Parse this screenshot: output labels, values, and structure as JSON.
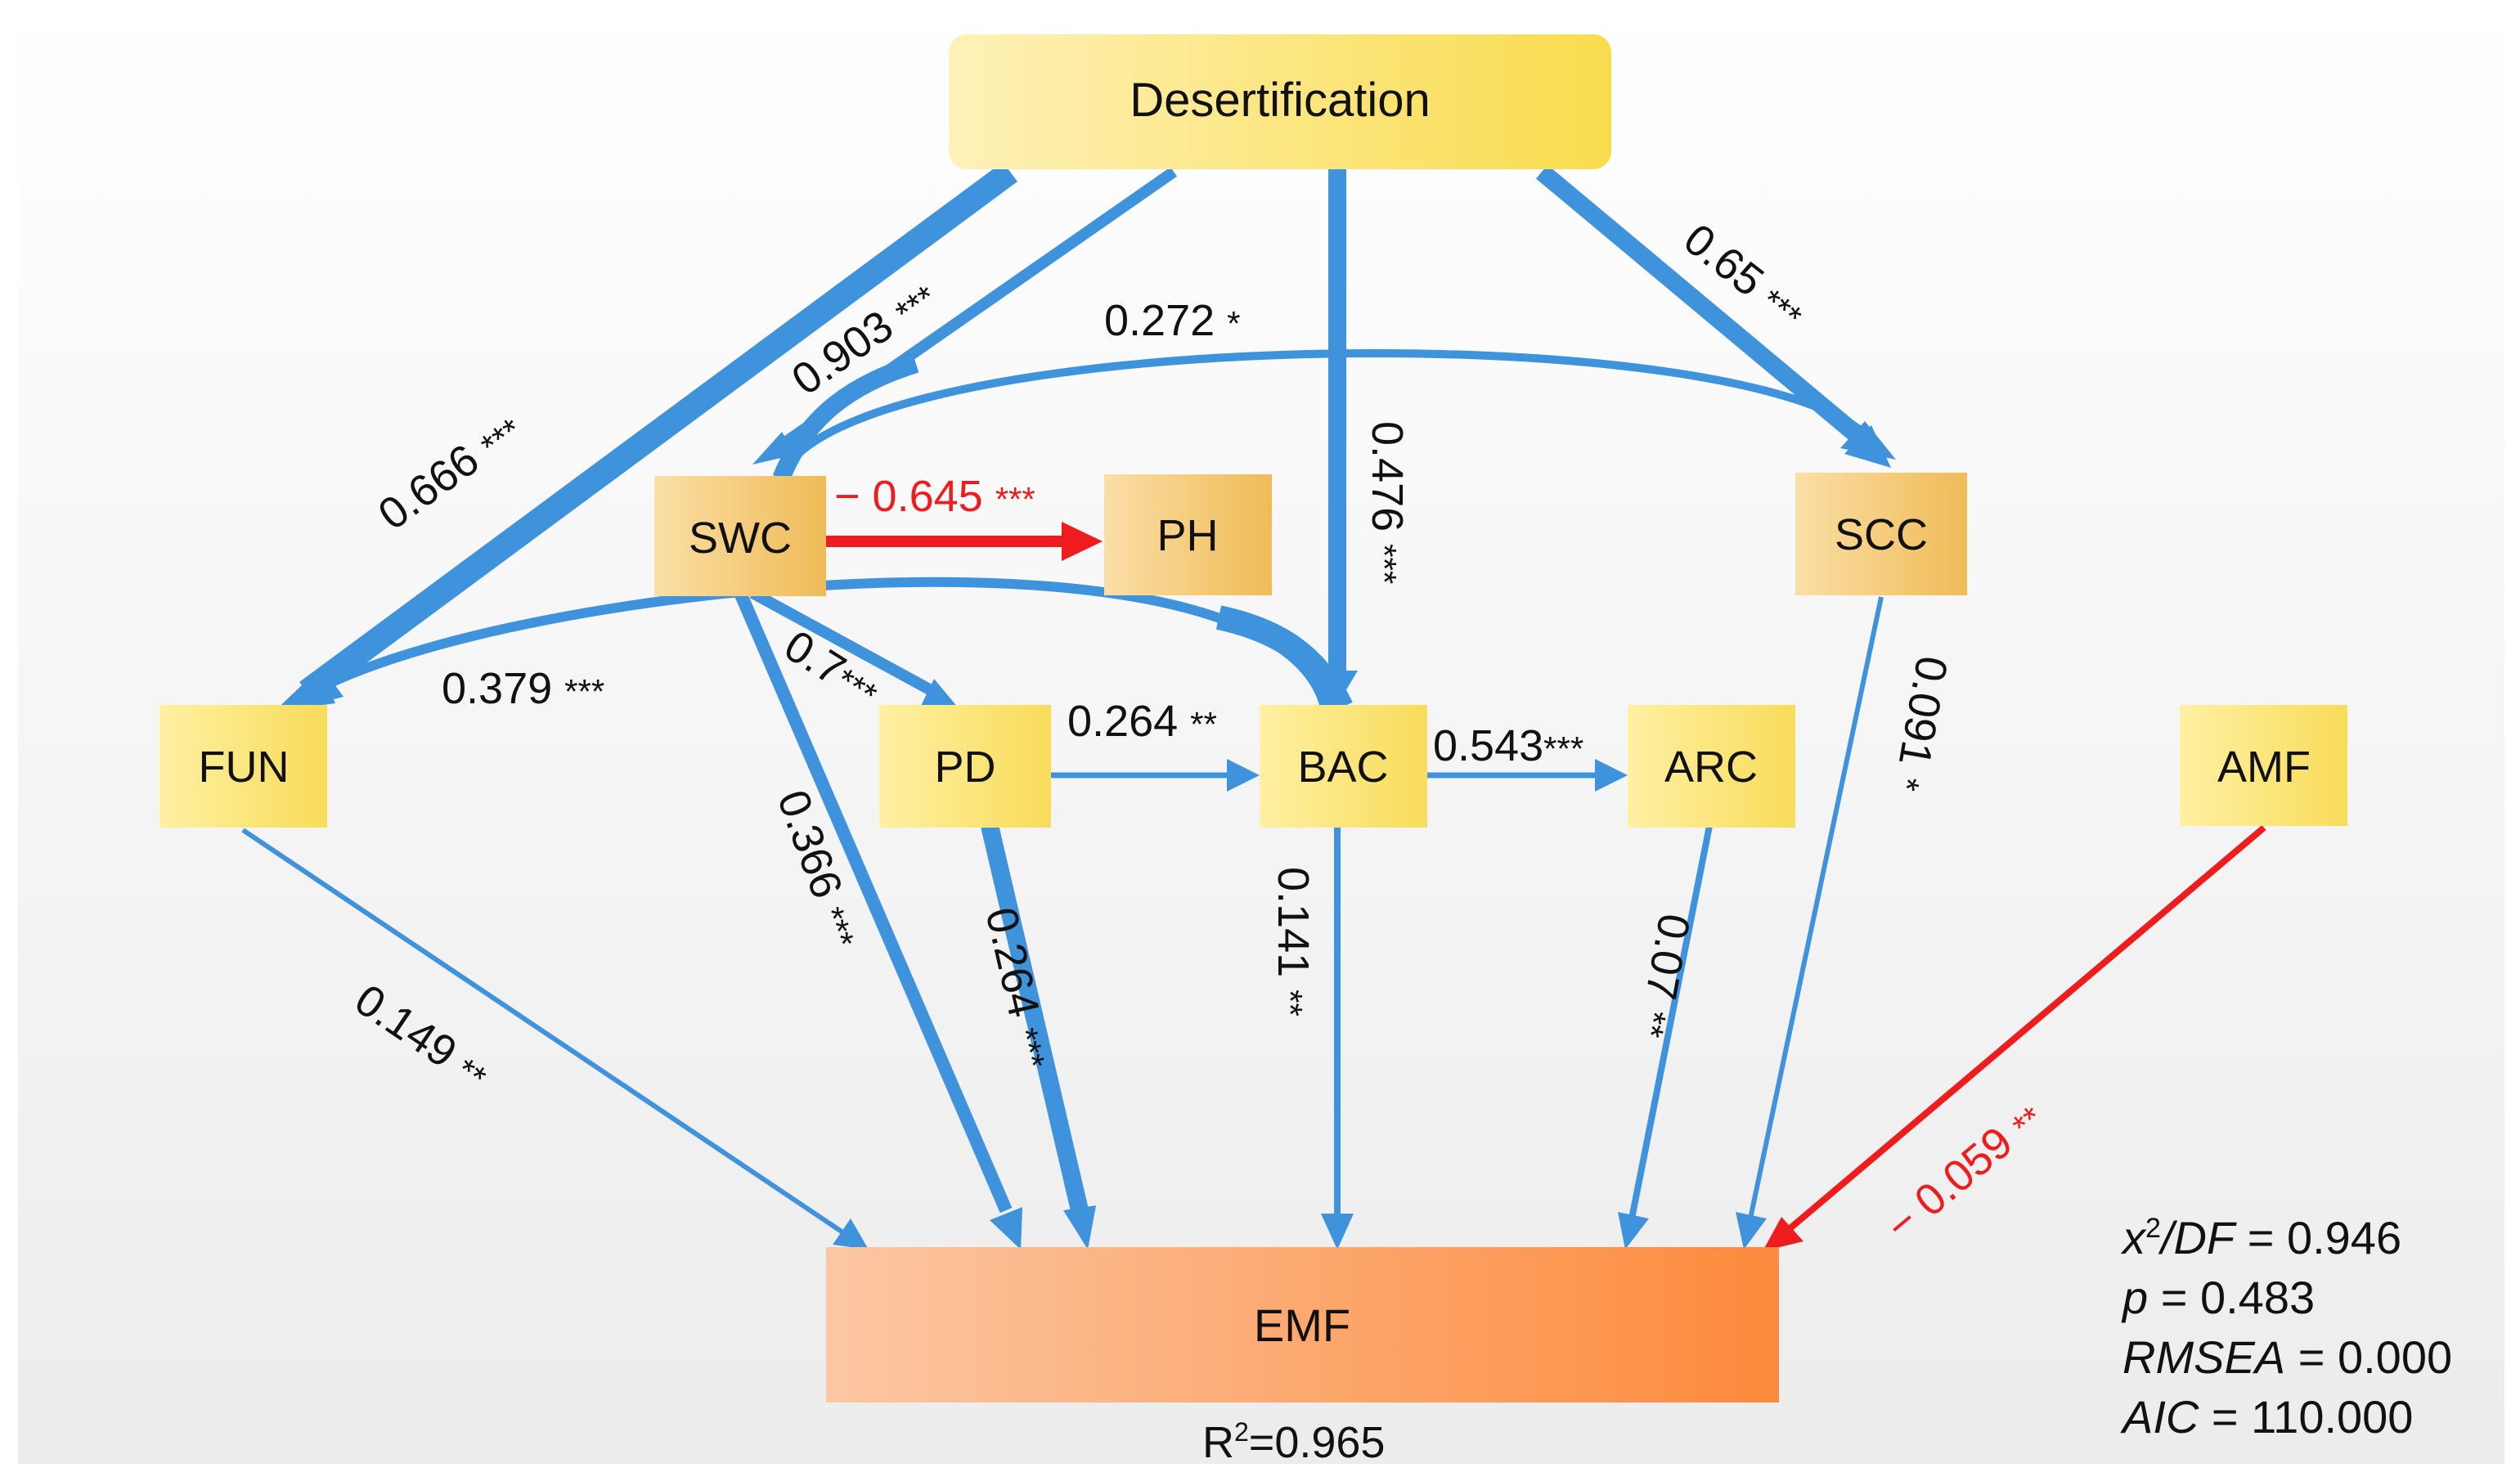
{
  "nodes": {
    "desertification": "Desertification",
    "swc": "SWC",
    "ph": "PH",
    "scc": "SCC",
    "fun": "FUN",
    "pd": "PD",
    "bac": "BAC",
    "arc": "ARC",
    "amf": "AMF",
    "emf": "EMF"
  },
  "paths": {
    "des_fun": {
      "coef": "0.666",
      "sig": "***"
    },
    "des_swc": {
      "coef": "0.903",
      "sig": "***"
    },
    "swc_scc": {
      "coef": "0.272",
      "sig": "*"
    },
    "des_scc": {
      "coef": "0.65",
      "sig": "***"
    },
    "des_bac": {
      "coef": "0.476",
      "sig": "***"
    },
    "swc_ph": {
      "coef": "− 0.645",
      "sig": "***"
    },
    "bac_fun": {
      "coef": "0.379",
      "sig": "***"
    },
    "swc_pd": {
      "coef": "0.7",
      "sig": "***"
    },
    "pd_bac": {
      "coef": "0.264",
      "sig": "**"
    },
    "bac_arc": {
      "coef": "0.543",
      "sig": "***"
    },
    "scc_emf": {
      "coef": "0.091",
      "sig": "*"
    },
    "fun_emf": {
      "coef": "0.149",
      "sig": "**"
    },
    "swc_emf": {
      "coef": "0.366",
      "sig": "***"
    },
    "pd_emf": {
      "coef": "0.264",
      "sig": "***"
    },
    "bac_emf": {
      "coef": "0.141",
      "sig": "**"
    },
    "arc_emf": {
      "coef": "0.07",
      "sig": "**"
    },
    "amf_emf": {
      "coef": "− 0.059",
      "sig": "**"
    }
  },
  "r2_label": "R",
  "r2_sup": "2",
  "r2_value": "=0.965",
  "fit": {
    "chi_label": "x",
    "chi_sup": "2",
    "chi_rest": "/DF",
    "chi_value": " = 0.946",
    "p_label": "p",
    "p_value": " = 0.483",
    "rmsea_label": "RMSEA",
    "rmsea_value": " = 0.000",
    "aic_label": "AIC",
    "aic_value": " = 110.000"
  },
  "colors": {
    "positive_path": "#3f93dd",
    "negative_path": "#ee1c1c",
    "node_yellow": "#fbe27d",
    "node_orange": "#ff8a3c"
  }
}
